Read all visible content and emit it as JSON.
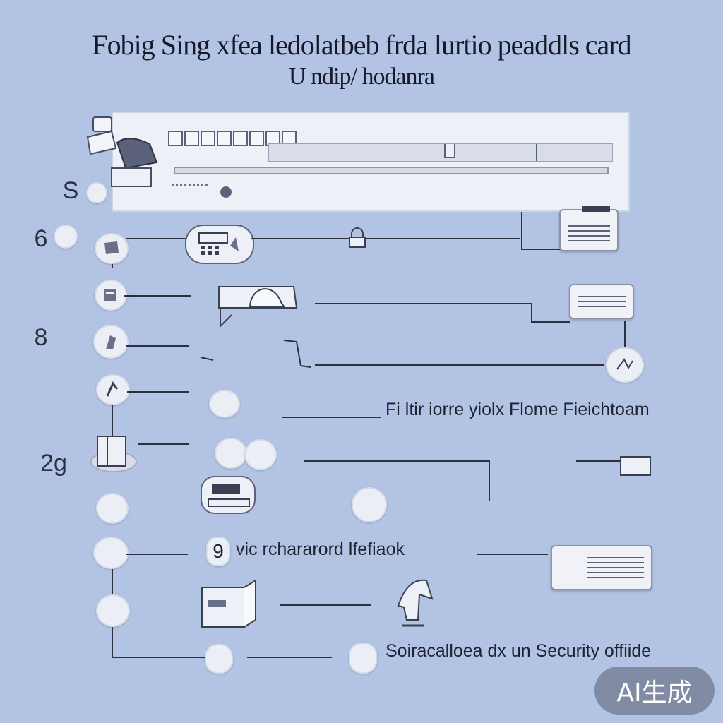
{
  "header": {
    "title_line1": "Fobig Sing xfea ledolatbeb frda lurtio peaddls card",
    "title_line2": "U ndip/ hodanra"
  },
  "panel": {
    "tab_count": 8
  },
  "side_numbers": [
    "S",
    "6",
    "8",
    "2g"
  ],
  "labels": {
    "row_4": "Fi ltir iorre yiolx  Flome Fieichtoam",
    "row_7_number": "9",
    "row_7": "vic rchararord  lfefiaok",
    "row_9": "Soiracalloea  dx un Security offiide"
  },
  "watermark": "AI生成",
  "colors": {
    "background": "#b3c3e3",
    "line": "#2c3142",
    "node": "#eceef6"
  },
  "icons": [
    "folder-icon",
    "monitor-icon",
    "keypad-icon",
    "lock-icon",
    "printer-icon",
    "laptop-icon",
    "server-icon",
    "shield-icon",
    "key-icon",
    "person-icon",
    "router-icon",
    "document-icon",
    "horse-icon"
  ]
}
